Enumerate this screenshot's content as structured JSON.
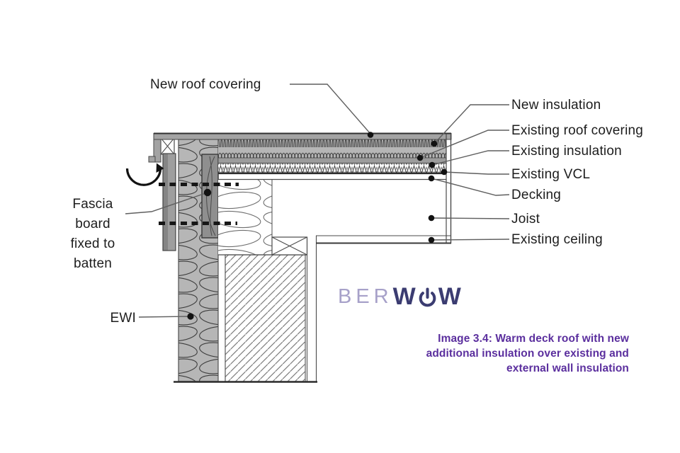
{
  "diagram": {
    "labels": {
      "new_roof_covering": "New roof covering",
      "new_insulation": "New insulation",
      "existing_roof_covering": "Existing roof covering",
      "existing_insulation": "Existing insulation",
      "existing_vcl": "Existing VCL",
      "decking": "Decking",
      "joist": "Joist",
      "existing_ceiling": "Existing ceiling",
      "fascia_note": "Fascia\nboard\nfixed to\nbatten",
      "ewi": "EWI"
    }
  },
  "logo": {
    "ber": "BER",
    "w_left": "W",
    "w_right": "W",
    "power_icon": "power-button-icon",
    "color_light": "#a7a1c9",
    "color_dark": "#3b3c71"
  },
  "caption": {
    "text": "Image 3.4: Warm deck roof with new\nadditional insulation over existing and\nexternal wall insulation",
    "color": "#5b2f9e"
  },
  "drawing_colors": {
    "outline": "#3e3e3e",
    "insulation_gray": "#b6b6b6",
    "covering_gray": "#9c9c9c",
    "leader_line": "#5f5f5f",
    "dot": "#121212"
  }
}
